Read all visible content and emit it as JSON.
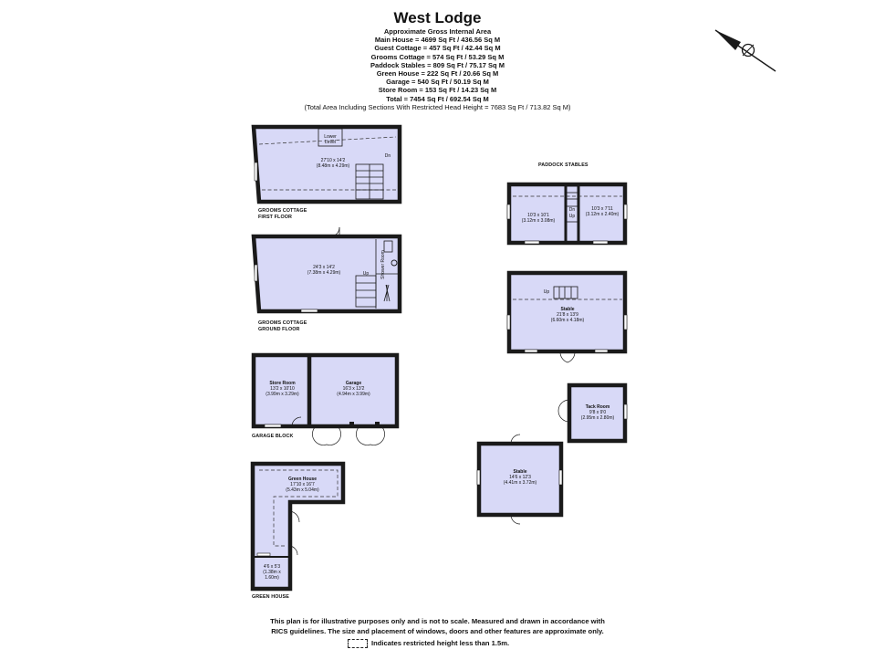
{
  "header": {
    "title": "West Lodge",
    "subtitle": "Approximate Gross Internal Area",
    "areas": [
      "Main House = 4699 Sq Ft / 436.56 Sq M",
      "Guest Cottage = 457 Sq Ft / 42.44 Sq M",
      "Grooms Cottage = 574 Sq Ft / 53.29 Sq M",
      "Paddock Stables = 809 Sq Ft / 75.17 Sq M",
      "Green House = 222 Sq Ft / 20.66 Sq M",
      "Garage = 540 Sq Ft / 50.19 Sq M",
      "Store Room = 153 Sq Ft / 14.23 Sq M",
      "Total = 7454 Sq Ft / 692.54 Sq M"
    ],
    "note": "(Total Area Including Sections With Restricted Head Height = 7683 Sq Ft / 713.82 Sq M)"
  },
  "labels": {
    "grooms_first_1": "GROOMS COTTAGE",
    "grooms_first_2": "FIRST FLOOR",
    "grooms_ground_1": "GROOMS COTTAGE",
    "grooms_ground_2": "GROUND FLOOR",
    "garage_block": "GARAGE BLOCK",
    "green_house": "GREEN HOUSE",
    "paddock_stables": "PADDOCK STABLES"
  },
  "rooms": {
    "gc_first": {
      "dims": "27'10 x 14'2",
      "metric": "(8.48m x 4.29m)"
    },
    "lower_level_1": "Lower",
    "lower_level_2": "Level",
    "gc_ground": {
      "dims": "24'3 x 14'2",
      "metric": "(7.38m x 4.29m)"
    },
    "shower_room": "Shower Room",
    "store_room": {
      "name": "Store Room",
      "dims": "13'2 x 10'10",
      "metric": "(3.99m x 3.29m)"
    },
    "garage": {
      "name": "Garage",
      "dims": "16'3 x 13'2",
      "metric": "(4.94m x 3.99m)"
    },
    "green_house": {
      "name": "Green House",
      "dims": "17'10 x 16'7",
      "metric": "(5.43m x 5.04m)"
    },
    "gh_small": {
      "dims": "4'6 x 5'3",
      "metric": "(1.38m x 1.60m)"
    },
    "ps_left": {
      "dims": "10'3 x 10'1",
      "metric": "(3.12m x 3.08m)"
    },
    "ps_right": {
      "dims": "10'3 x 7'11",
      "metric": "(3.12m x 2.40m)"
    },
    "stable_big": {
      "name": "Stable",
      "dims": "21'8 x 13'9",
      "metric": "(6.60m x 4.18m)"
    },
    "tack_room": {
      "name": "Tack Room",
      "dims": "9'8 x 9'0",
      "metric": "(2.95m x 2.80m)"
    },
    "stable_small": {
      "name": "Stable",
      "dims": "14'6 x 12'3",
      "metric": "(4.41m x 3.72m)"
    }
  },
  "stairs": {
    "up": "Up",
    "dn": "Dn"
  },
  "footer": {
    "line1": "This plan is for illustrative purposes only and is not to scale. Measured and drawn in accordance with",
    "line2": "RICS guidelines. The size and placement of windows, doors and other features are approximate only.",
    "legend": "Indicates restricted height less than 1.5m."
  },
  "colors": {
    "room_fill": "#d8d9f7",
    "wall": "#1a1a1a"
  },
  "icons": [
    "compass-icon"
  ]
}
